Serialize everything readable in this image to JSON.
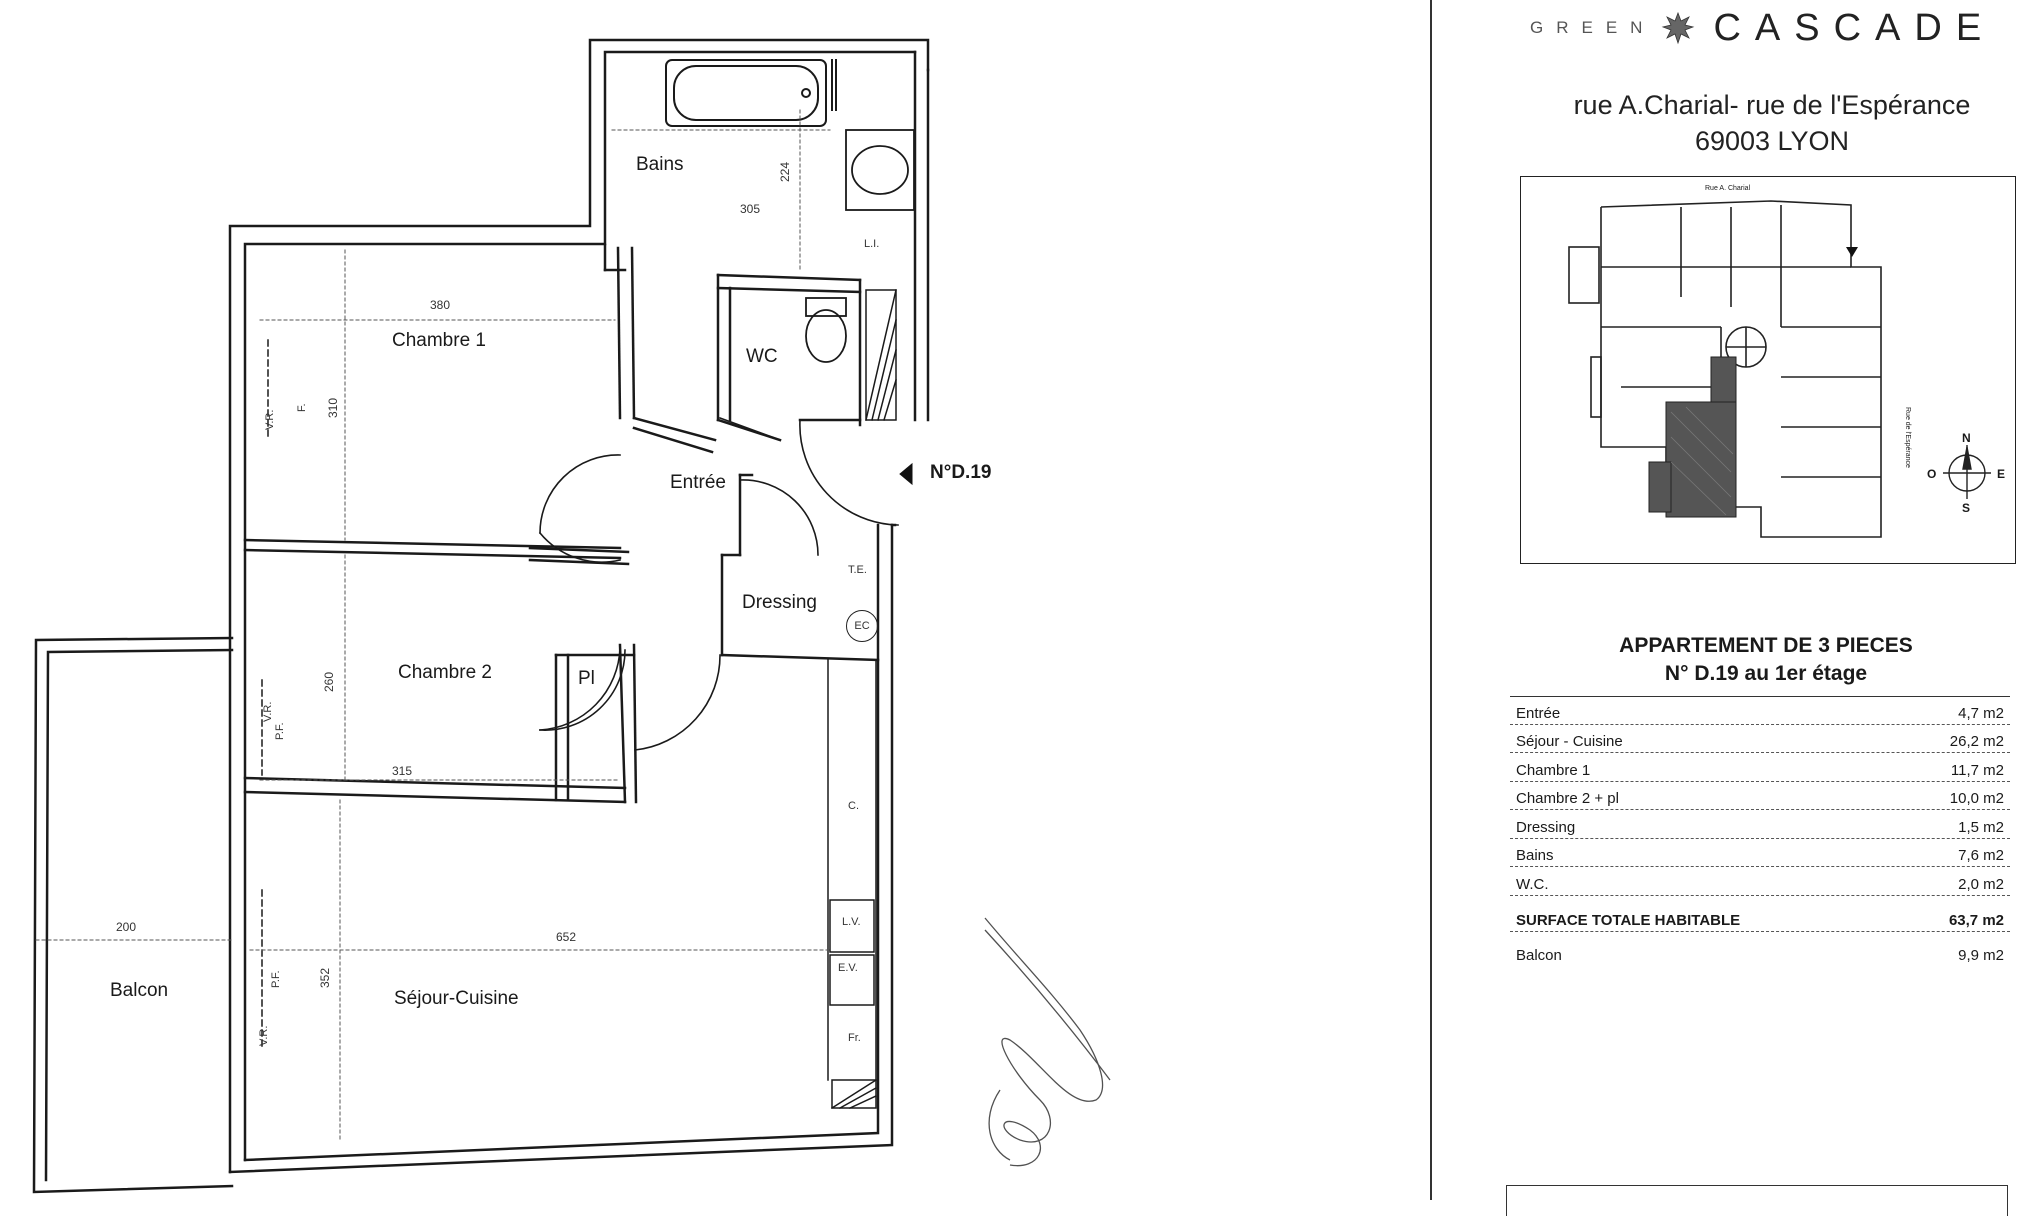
{
  "brand": {
    "green": "GREEN",
    "cascade": "CASCADE"
  },
  "address": {
    "line1": "rue A.Charial- rue de l'Espérance",
    "line2": "69003 LYON"
  },
  "site_plan": {
    "street_top": "Rue A. Charial",
    "street_right": "Rue de l'Espérance",
    "compass": {
      "n": "N",
      "e": "E",
      "s": "S",
      "o": "O"
    }
  },
  "plan": {
    "rooms": {
      "bains": "Bains",
      "wc": "WC",
      "chambre1": "Chambre 1",
      "chambre2": "Chambre 2",
      "entree": "Entrée",
      "dressing": "Dressing",
      "pl": "Pl",
      "sejour": "Séjour-Cuisine",
      "balcon": "Balcon"
    },
    "dimensions": {
      "bains_w": "305",
      "bains_h": "224",
      "ch1_w": "380",
      "ch1_h": "310",
      "ch2_w": "315",
      "ch2_h": "260",
      "sejour_w": "652",
      "sejour_h": "352",
      "balcon_w": "200"
    },
    "fixtures": {
      "li": "L.I.",
      "te": "T.E.",
      "ec": "EC",
      "c": "C.",
      "lv": "L.V.",
      "ev": "E.V.",
      "fr": "Fr.",
      "vr": "V.R.",
      "pf": "P.F.",
      "f": "F."
    },
    "unit_label": "N°D.19"
  },
  "apartment": {
    "title": "APPARTEMENT DE 3 PIECES",
    "subtitle": "N° D.19 au 1er étage"
  },
  "areas": [
    {
      "name": "Entrée",
      "value": "4,7 m2"
    },
    {
      "name": "Séjour - Cuisine",
      "value": "26,2 m2"
    },
    {
      "name": "Chambre 1",
      "value": "11,7 m2"
    },
    {
      "name": "Chambre 2 + pl",
      "value": "10,0 m2"
    },
    {
      "name": "Dressing",
      "value": "1,5 m2"
    },
    {
      "name": "Bains",
      "value": "7,6 m2"
    },
    {
      "name": "W.C.",
      "value": "2,0 m2"
    }
  ],
  "total": {
    "name": "SURFACE TOTALE HABITABLE",
    "value": "63,7 m2"
  },
  "balcon": {
    "name": "Balcon",
    "value": "9,9 m2"
  }
}
